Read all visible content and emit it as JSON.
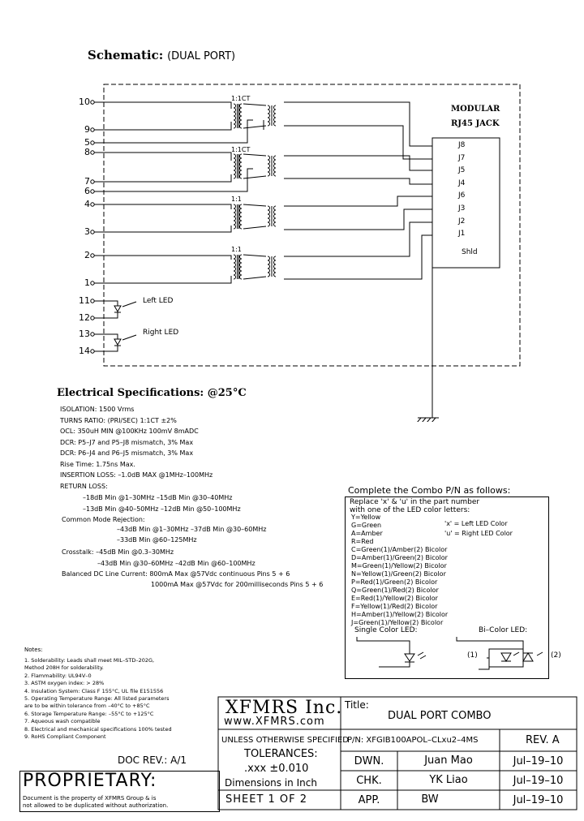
{
  "header": {
    "title_bold": "Schematic:",
    "title_rest": "(DUAL PORT)"
  },
  "jack": {
    "title_line1": "MODULAR",
    "title_line2": "RJ45  JACK",
    "pins": [
      "J8",
      "J7",
      "J5",
      "J4",
      "J6",
      "J3",
      "J2",
      "J1",
      "Shld"
    ]
  },
  "pins_left": [
    "10",
    "9",
    "5",
    "8",
    "7",
    "6",
    "4",
    "3",
    "2",
    "1",
    "11",
    "12",
    "13",
    "14"
  ],
  "transformers": [
    "1:1CT",
    "1:1CT",
    "1:1",
    "1:1"
  ],
  "leds": {
    "left": "Left LED",
    "right": "Right LED"
  },
  "electrical": {
    "title": "Electrical   Specifications: @25°C",
    "lines": [
      "ISOLATION: 1500 Vrms",
      "TURNS RATIO: (PRI/SEC) 1:1CT ±2%",
      "OCL: 350uH MIN @100KHz 100mV 8mADC",
      "DCR: P5–J7 and P5–J8 mismatch, 3% Max",
      "DCR: P6–J4 and P6–J5 mismatch, 3% Max",
      "Rise Time: 1.75ns Max.",
      "INSERTION LOSS: –1.0dB MAX @1MHz–100MHz",
      "RETURN LOSS:"
    ],
    "return_loss": [
      "–18dB Min @1–30MHz          –15dB Min @30–40MHz",
      "–13dB Min @40–50MHz        –12dB Min @50–100MHz"
    ],
    "cmr_label": "Common Mode Rejection:",
    "cmr": [
      "–43dB Min @1–30MHz   –37dB Min @30–60MHz",
      "–33dB Min @60–125MHz"
    ],
    "crosstalk": "Crosstalk:  –45dB Min @0.3–30MHz",
    "crosstalk2": "–43dB Min @30–60MHz      –42dB Min @60–100MHz",
    "balanced1": "Balanced DC Line Current:   800mA Max @57Vdc continuous Pins 5 + 6",
    "balanced2": "1000mA Max @57Vdc for 200milliseconds Pins 5 + 6"
  },
  "combo": {
    "title": "Complete the Combo P/N as follows:",
    "intro1": "Replace 'x' & 'u' in the part number",
    "intro2": "with one of the LED color letters:",
    "colors": [
      "Y=Yellow",
      "G=Green",
      "A=Amber",
      "R=Red",
      "C=Green(1)/Amber(2)  Bicolor",
      "D=Amber(1)/Green(2)  Bicolor",
      "M=Green(1)/Yellow(2) Bicolor",
      "N=Yellow(1)/Green(2) Bicolor",
      "P=Red(1)/Green(2) Bicolor",
      "Q=Green(1)/Red(2) Bicolor",
      "E=Red(1)/Yellow(2) Bicolor",
      "F=Yellow(1)/Red(2) Bicolor",
      "H=Amber(1)/Yellow(2) Bicolor",
      "J=Green(1)/Yellow(2) Bicolor"
    ],
    "x_def": "'x' = Left LED Color",
    "u_def": "'u' = Right LED Color",
    "single": "Single Color LED:",
    "bicolor": "Bi–Color LED:",
    "b1": "(1)",
    "b2": "(2)"
  },
  "notes": {
    "title": "Notes:",
    "items": [
      "1.  Solderability: Leads shall meet MIL–STD–202G,",
      "     Method 208H for solderability.",
      "2.  Flammability: UL94V–0",
      "3.  ASTM oxygen index: > 28%",
      "4.  Insulation System: Class F 155°C, UL file E151556",
      "5.  Operating Temperature Range: All listed parameters",
      "     are to be within tolerance from –40°C to +85°C",
      "6.  Storage Temperature Range: –55°C to +125°C",
      "7.  Aqueous wash compatible",
      "8.  Electrical and mechanical specifications 100% tested",
      "9.  RoHS Compliant Component"
    ]
  },
  "doc_rev": "DOC  REV.: A/1",
  "proprietary": "PROPRIETARY:",
  "prop_text1": "Document is the property of XFMRS Group & is",
  "prop_text2": "not allowed to be duplicated without authorization.",
  "titleblock": {
    "company": "XFMRS Inc.",
    "website": "www.XFMRS.com",
    "title_label": "Title:",
    "title": "DUAL  PORT  COMBO",
    "unless": "UNLESS OTHERWISE SPECIFIED",
    "tolerances": "TOLERANCES:",
    "tol_value": ".xxx  ±0.010",
    "dims": "Dimensions  in  Inch",
    "sheet": "SHEET  1  OF  2",
    "pn": "P/N:  XFGIB100APOL–CLxu2–4MS",
    "rev": "REV.  A",
    "dwn_label": "DWN.",
    "dwn_name": "Juan Mao",
    "dwn_date": "Jul–19–10",
    "chk_label": "CHK.",
    "chk_name": "YK  Liao",
    "chk_date": "Jul–19–10",
    "app_label": "APP.",
    "app_name": "BW",
    "app_date": "Jul–19–10"
  }
}
